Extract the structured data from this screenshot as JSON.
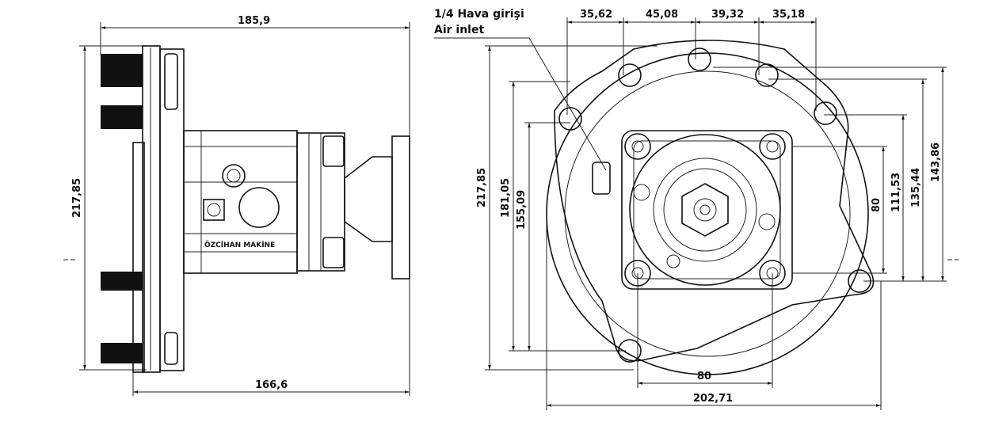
{
  "side_view": {
    "dimensions": {
      "overall_length": "185,9",
      "overall_height": "217,85",
      "body_length": "166,6"
    },
    "brand_label": "ÖZCİHAN MAKİNE"
  },
  "front_view": {
    "air_inlet_note": {
      "line1": "1/4 Hava girişi",
      "line2": "Air inlet"
    },
    "top_dimensions": [
      "35,62",
      "45,08",
      "39,32",
      "35,18"
    ],
    "left_dimensions": [
      "217,85",
      "181,05",
      "155,09"
    ],
    "right_dimensions": [
      "80",
      "111,53",
      "135,44",
      "143,86"
    ],
    "bottom_dimensions": {
      "bolt_spacing": "80",
      "overall_width": "202,71"
    }
  }
}
